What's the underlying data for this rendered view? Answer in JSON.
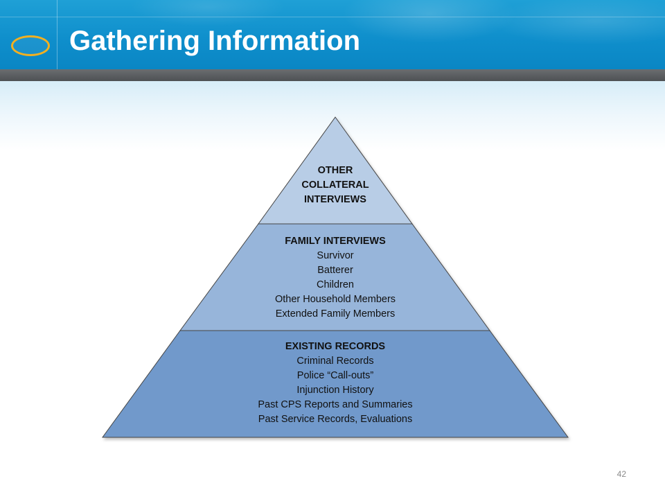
{
  "slide": {
    "title": "Gathering Information",
    "page_number": "42"
  },
  "pyramid": {
    "top": {
      "lines": [
        "OTHER",
        "COLLATERAL",
        "INTERVIEWS"
      ],
      "fill": "#b8cde6"
    },
    "middle": {
      "heading": "FAMILY INTERVIEWS",
      "items": [
        "Survivor",
        "Batterer",
        "Children",
        "Other Household Members",
        "Extended Family Members"
      ],
      "fill": "#97b5da"
    },
    "bottom": {
      "heading": "EXISTING RECORDS",
      "items": [
        "Criminal Records",
        "Police “Call-outs”",
        "Injunction History",
        "Past CPS Reports and Summaries",
        "Past Service Records, Evaluations"
      ],
      "fill": "#7199cb"
    }
  },
  "colors": {
    "header_blue": "#129ad2",
    "accent_gold": "#f2b021",
    "outline": "#444444"
  }
}
